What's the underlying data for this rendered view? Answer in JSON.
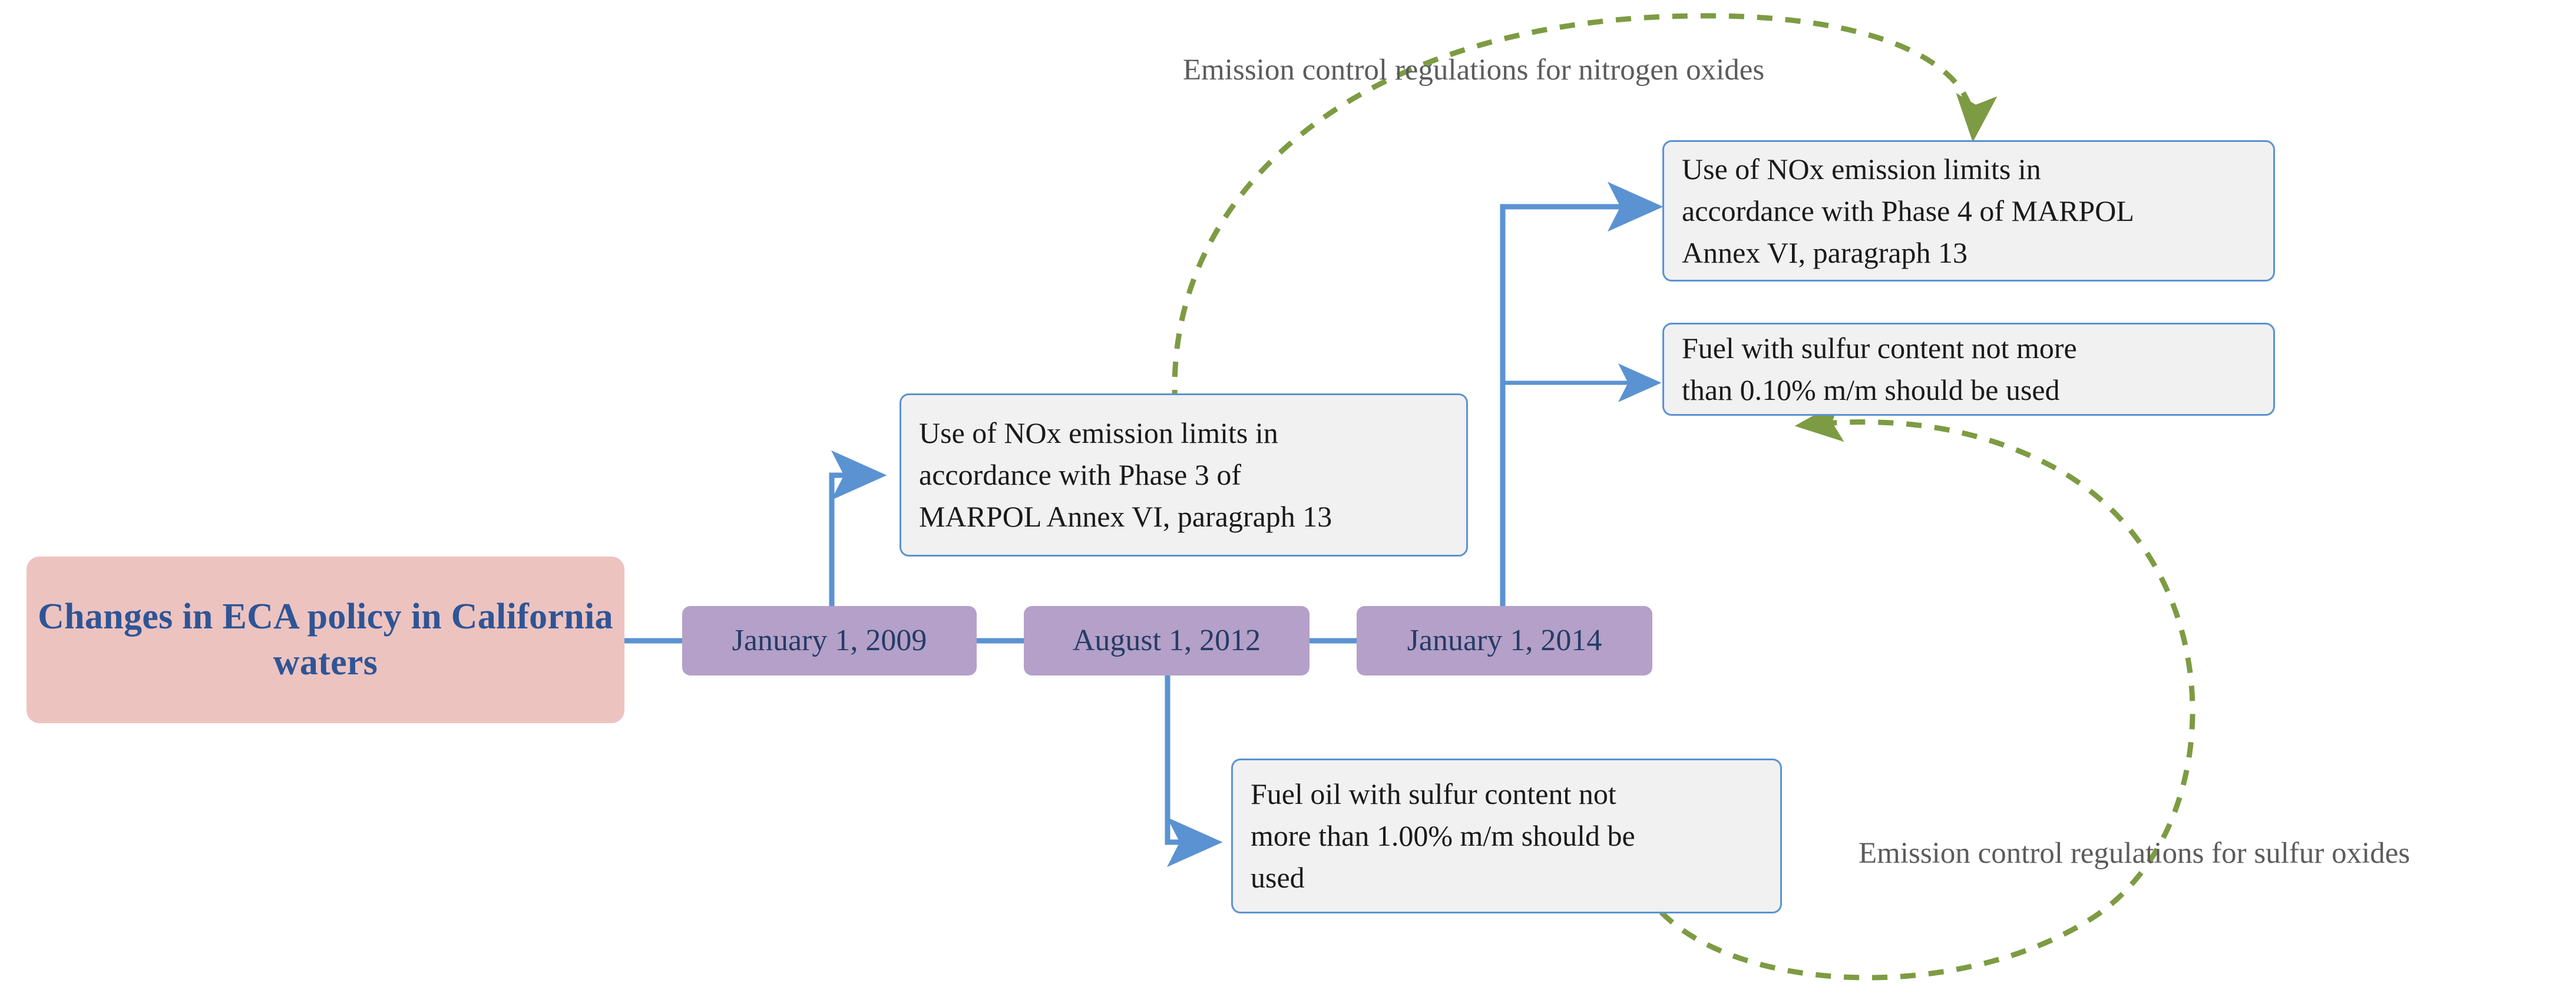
{
  "diagram": {
    "title": "Changes in ECA policy in California waters",
    "root": {
      "label": "Changes in ECA policy\nin California waters",
      "line1": "Changes in ECA policy",
      "line2": "in California waters",
      "color": "#edc3c0",
      "text_color": "#2e5596"
    },
    "timeline": [
      {
        "id": "date-2009",
        "label": "January 1, 2009"
      },
      {
        "id": "date-2012",
        "label": "August 1, 2012"
      },
      {
        "id": "date-2014",
        "label": "January 1, 2014"
      }
    ],
    "timeline_color": "#b4a0c8",
    "timeline_text_color": "#243c66",
    "info_boxes": [
      {
        "id": "nox-phase3",
        "from": "date-2009",
        "lines": [
          "Use of NOx emission limits in",
          "accordance with Phase 3 of",
          "MARPOL Annex VI, paragraph 13"
        ]
      },
      {
        "id": "nox-phase4",
        "from": "date-2014",
        "lines": [
          "Use of NOx emission limits in",
          "accordance with Phase 4 of MARPOL",
          "Annex VI, paragraph 13"
        ]
      },
      {
        "id": "sulfur-010",
        "from": "date-2014",
        "lines": [
          "Fuel with sulfur content not more",
          "than 0.10%  m/m should be used"
        ]
      },
      {
        "id": "fuel-oil-100",
        "from": "date-2012",
        "lines": [
          "Fuel oil with sulfur content not",
          "more than 1.00% m/m should be",
          "used"
        ]
      }
    ],
    "info_box_color": "#f1f1f1",
    "info_box_border_color": "#5b92d2",
    "connector_color": "#5b92d2",
    "annotations": [
      {
        "id": "annotation-nitrogen-oxides",
        "label": "Emission control regulations for nitrogen oxides",
        "color": "#5c5c5c",
        "curve_color": "#7d9b43",
        "from": "nox-phase3",
        "to": "nox-phase4"
      },
      {
        "id": "annotation-sulfur-oxides",
        "label": "Emission control regulations for sulfur oxides",
        "color": "#5c5c5c",
        "curve_color": "#7d9b43",
        "from": "fuel-oil-100",
        "to": "sulfur-010"
      }
    ]
  }
}
